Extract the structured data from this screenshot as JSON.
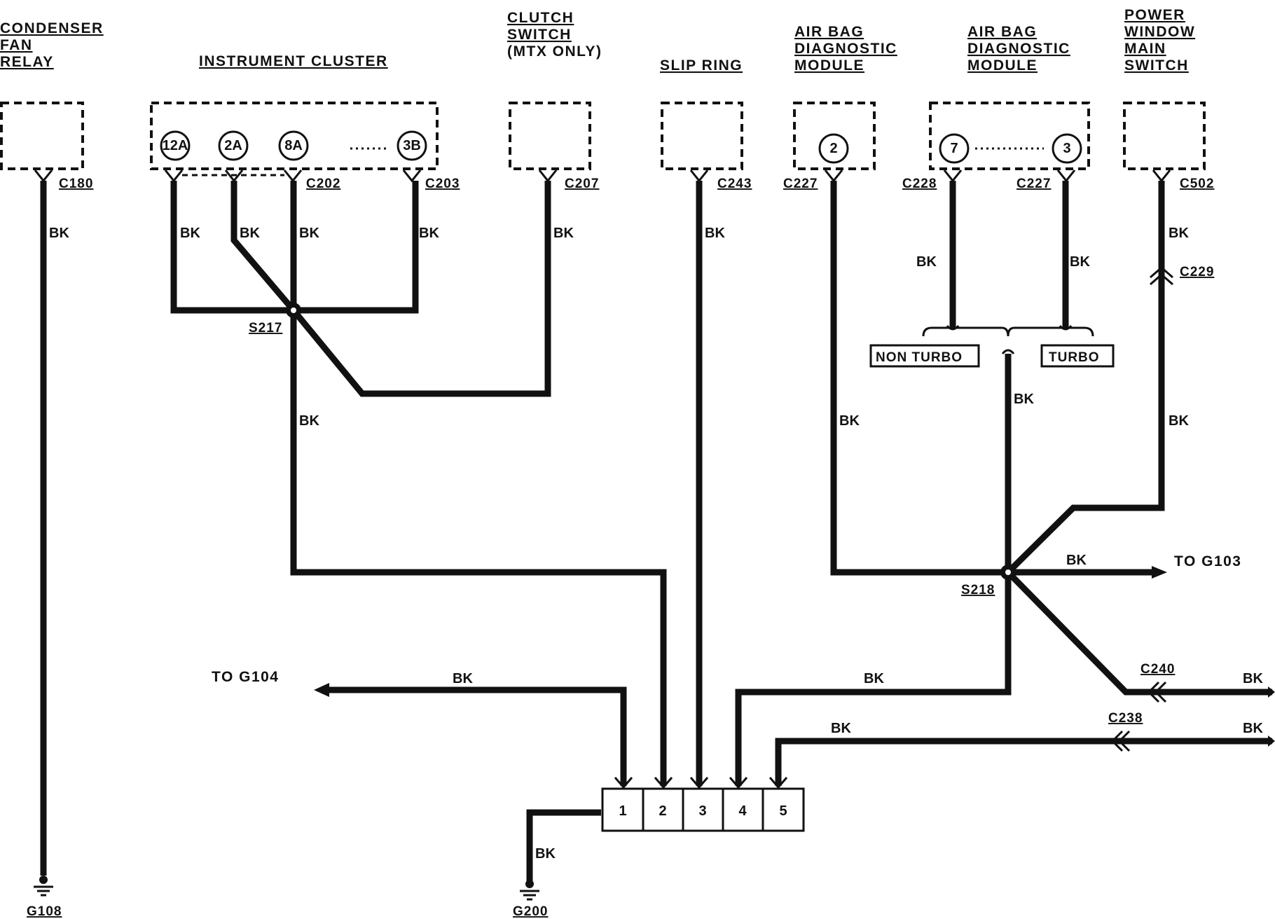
{
  "components": {
    "condenser_fan_relay": [
      "CONDENSER",
      "FAN",
      "RELAY"
    ],
    "instrument_cluster": "INSTRUMENT CLUSTER",
    "clutch_switch": [
      "CLUTCH",
      "SWITCH",
      "(MTX ONLY)"
    ],
    "slip_ring": "SLIP RING",
    "air_bag_module_1": [
      "AIR BAG",
      "DIAGNOSTIC",
      "MODULE"
    ],
    "air_bag_module_2": [
      "AIR BAG",
      "DIAGNOSTIC",
      "MODULE"
    ],
    "power_window_switch": [
      "POWER",
      "WINDOW",
      "MAIN",
      "SWITCH"
    ]
  },
  "pins": {
    "cluster": [
      "12A",
      "2A",
      "8A",
      "3B"
    ],
    "airbag_1": "2",
    "airbag_2_left": "7",
    "airbag_2_right": "3"
  },
  "connectors": {
    "c180": "C180",
    "c202": "C202",
    "c203": "C203",
    "c207": "C207",
    "c243": "C243",
    "c227_a": "C227",
    "c228": "C228",
    "c227_b": "C227",
    "c502": "C502",
    "c229": "C229",
    "c240": "C240",
    "c238": "C238"
  },
  "splices": {
    "s217": "S217",
    "s218": "S218"
  },
  "options": {
    "non_turbo": "NON TURBO",
    "turbo": "TURBO"
  },
  "wire_color": "BK",
  "destinations": {
    "g103": "TO G103",
    "g104": "TO G104"
  },
  "grounds": {
    "g108": "G108",
    "g200": "G200"
  },
  "ground_block_pins": [
    "1",
    "2",
    "3",
    "4",
    "5"
  ]
}
